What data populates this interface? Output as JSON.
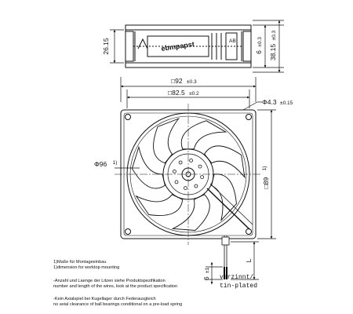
{
  "side_view": {
    "brand": "ebmpapst",
    "height_label": "26.15",
    "depth_label": "6",
    "depth_tol": "±0.3",
    "overall_label": "38.15",
    "overall_tol": "±0.3"
  },
  "front_view": {
    "width_outer": "92",
    "width_outer_tol": "±0.3",
    "hole_spacing": "82.5",
    "hole_spacing_tol": "±0.2",
    "hole_dia": "4.3",
    "hole_dia_tol": "±0.15",
    "fan_dia": "96",
    "fan_dia_note": "1)",
    "height_outer": "89",
    "height_outer_note": "1)",
    "lead_length": "L",
    "strip_label": "6",
    "strip_tol": "±1"
  },
  "leads_label": {
    "line1": "verzinnt/",
    "line2": "tin-plated"
  },
  "notes": [
    {
      "line1": "1)Maße für Montageeinbau",
      "line2": "1)dimension for worktop mounting"
    },
    {
      "line1": "-Anzahl und Laenge der Litzen siehe Produktspezifikation",
      "line2": "number and length of the wires, look at the product specification"
    },
    {
      "line1": "-Kein Axialspiel bei Kugellager durch Federausgleich",
      "line2": "no axial clearance of ball bearings conditional on a pre-load spring"
    }
  ]
}
